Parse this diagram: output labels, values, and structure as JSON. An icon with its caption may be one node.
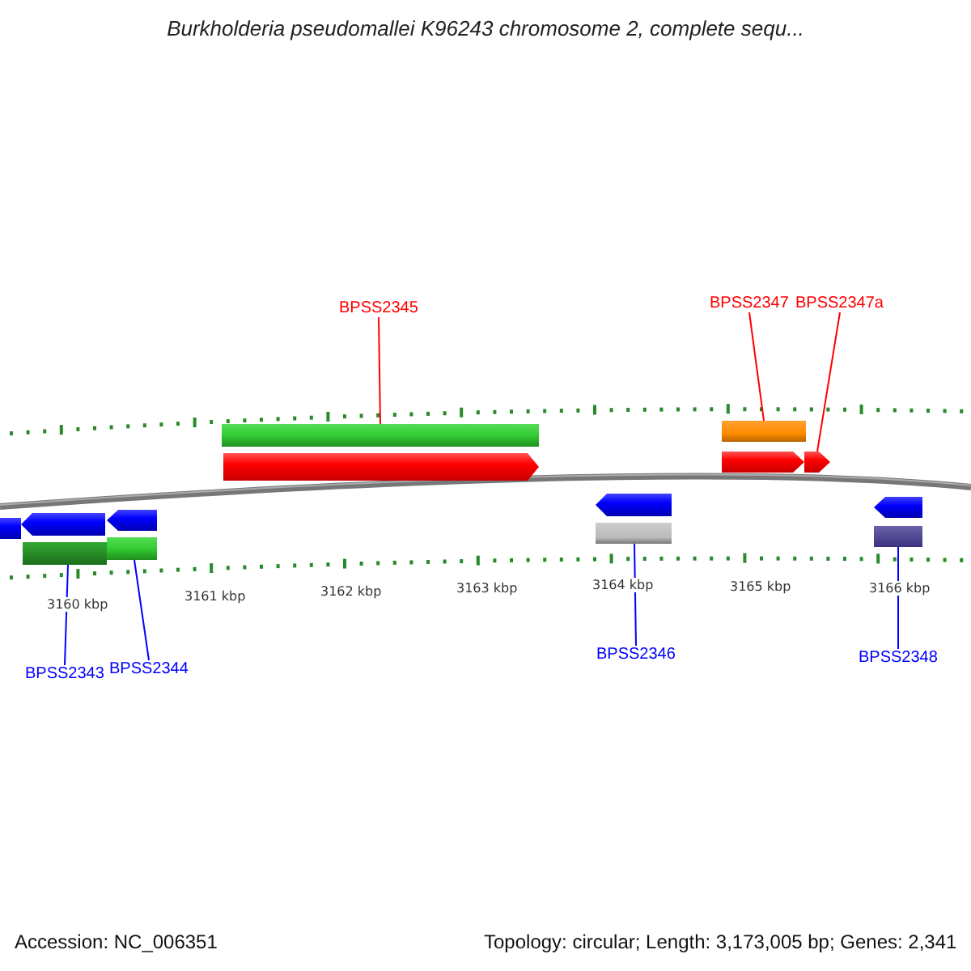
{
  "diagram": {
    "title": "Burkholderia pseudomallei K96243 chromosome 2, complete sequ...",
    "nodes": [
      {
        "text": [
          "BPSS2345"
        ]
      },
      {
        "text": [
          "BPSS2347"
        ]
      },
      {
        "text": [
          "BPSS2347a"
        ]
      },
      {
        "text": [
          "BPSS2343"
        ]
      },
      {
        "text": [
          "BPSS2344"
        ]
      },
      {
        "text": [
          "BPSS2346"
        ]
      },
      {
        "text": [
          "BPSS2348"
        ]
      },
      {
        "text": [],
        "shape": "bar"
      },
      {
        "text": [],
        "shape": "arrow"
      },
      {
        "text": [],
        "shape": "bar"
      },
      {
        "text": [],
        "shape": "arrow"
      },
      {
        "text": [],
        "shape": "bar"
      },
      {
        "text": [],
        "shape": "bar"
      },
      {
        "text": [],
        "shape": "arrow"
      },
      {
        "text": [],
        "shape": "arrow"
      },
      {
        "text": [],
        "shape": "bar"
      },
      {
        "text": [],
        "shape": "bar"
      },
      {
        "text": [],
        "shape": "arrow"
      },
      {
        "text": [],
        "shape": "arrow"
      },
      {
        "text": [],
        "shape": "arrow"
      },
      {
        "text": [],
        "shape": "bar"
      }
    ],
    "edges": [
      {
        "from": 0,
        "to": 12,
        "arrow": "none",
        "color": "#ff0000"
      },
      {
        "from": 1,
        "to": 16,
        "arrow": "none",
        "color": "#ff0000"
      },
      {
        "from": 2,
        "to": 18,
        "arrow": "none",
        "color": "#ff0000"
      },
      {
        "from": 3,
        "to": 9,
        "arrow": "none"
      },
      {
        "from": 4,
        "to": 11,
        "arrow": "none"
      },
      {
        "from": 5,
        "to": 15,
        "arrow": "none"
      },
      {
        "from": 6,
        "to": 20,
        "arrow": "none"
      }
    ],
    "labels": [
      "3160 kbp",
      "3161 kbp",
      "3162 kbp",
      "3163 kbp",
      "3164 kbp",
      "3165 kbp",
      "3166 kbp",
      "Accession: NC_006351",
      "Topology: circular; Length: 3,173,005 bp; Genes: 2,341"
    ]
  }
}
